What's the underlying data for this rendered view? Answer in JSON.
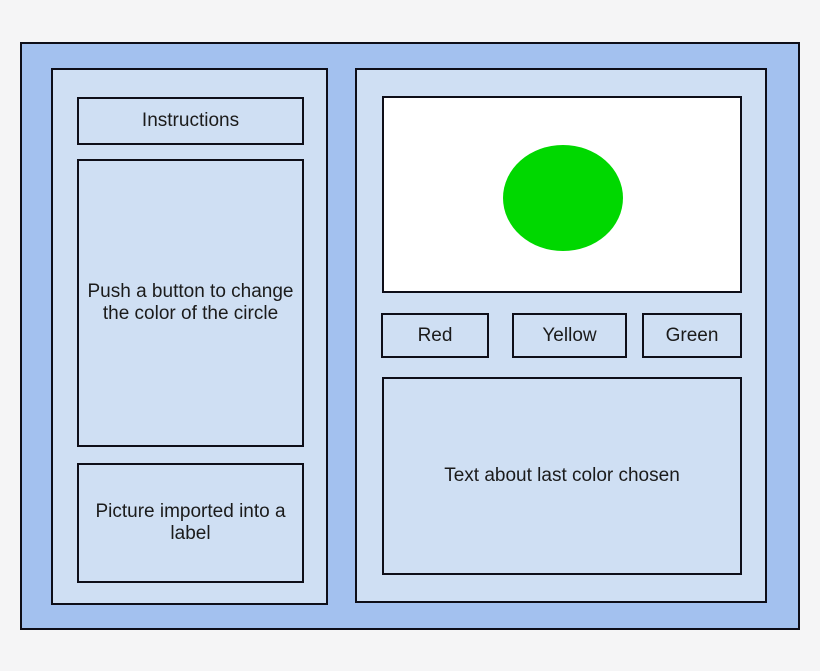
{
  "colors": {
    "page_background": "#f5f5f6",
    "outer_frame": "#a3c1ef",
    "panel": "#cfdff3",
    "border": "#0e0e18",
    "canvas_background": "#ffffff",
    "circle": "#00d800",
    "text": "#1b1b1b"
  },
  "left_panel": {
    "instructions_label": "Instructions",
    "instruction_text": "Push a button to change the color of the circle",
    "picture_label": "Picture imported into a label"
  },
  "right_panel": {
    "canvas": {
      "shape": "circle",
      "current_color_name": "green"
    },
    "buttons": [
      {
        "label": "Red"
      },
      {
        "label": "Yellow"
      },
      {
        "label": "Green"
      }
    ],
    "status_text": "Text about last color chosen"
  }
}
